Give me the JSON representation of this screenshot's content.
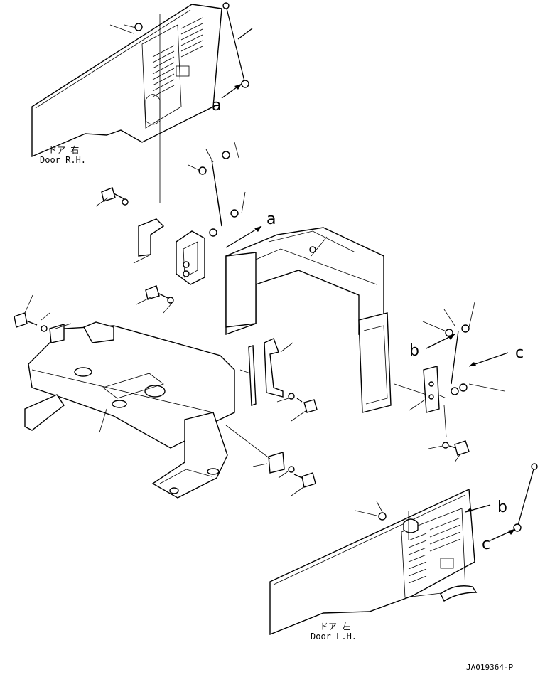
{
  "diagram": {
    "labels": {
      "door_rh_jp": "ドア 右",
      "door_rh_en": "Door R.H.",
      "door_lh_jp": "ドア 左",
      "door_lh_en": "Door L.H.",
      "ref_a": "a",
      "ref_b": "b",
      "ref_c": "c",
      "figure_code": "JA019364-P"
    }
  }
}
